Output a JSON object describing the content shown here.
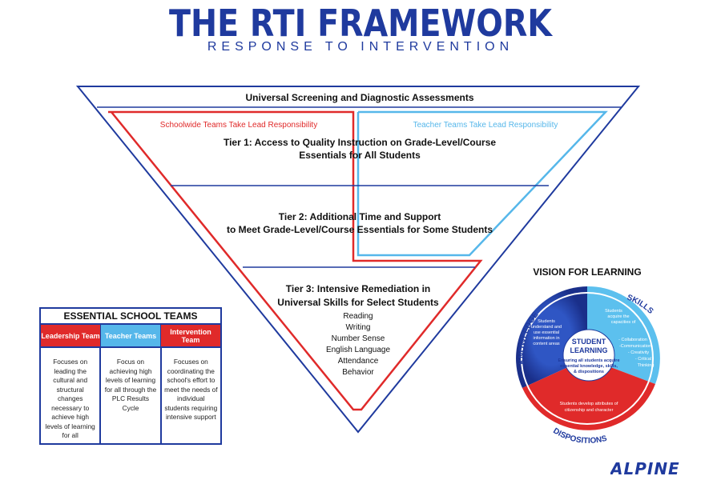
{
  "header": {
    "title": "THE RTI FRAMEWORK",
    "subtitle": "RESPONSE TO INTERVENTION"
  },
  "pyramid": {
    "screening": "Universal Screening and Diagnostic Assessments",
    "schoolwide_lead": "Schoolwide Teams Take Lead Responsibility",
    "teacher_lead": "Teacher Teams Take Lead Responsibility",
    "tier1": [
      "Tier 1: Access to Quality Instruction on Grade-Level/Course",
      "Essentials for All Students"
    ],
    "tier2": [
      "Tier 2: Additional Time and Support",
      "to Meet Grade-Level/Course Essentials for Some Students"
    ],
    "tier3": [
      "Tier 3: Intensive Remediation in",
      "Universal Skills for Select Students"
    ],
    "tier3_skills": [
      "Reading",
      "Writing",
      "Number Sense",
      "English Language",
      "Attendance",
      "Behavior"
    ]
  },
  "teams": {
    "title": "ESSENTIAL SCHOOL TEAMS",
    "columns": [
      {
        "name": "Leadership Team",
        "desc": "Focuses on leading the cultural and structural changes necessary to achieve high levels of learning for all"
      },
      {
        "name": "Teacher Teams",
        "desc": "Focus on achieving high levels of learning for all through the PLC Results Cycle"
      },
      {
        "name": "Intervention Team",
        "desc": "Focuses on coordinating the school's effort to meet the needs of individual students requiring intensive support"
      }
    ]
  },
  "vision": {
    "title": "VISION FOR LEARNING",
    "knowledge_label": "KNOWLEDGE",
    "skills_label": "SKILLS",
    "dispositions_label": "DISPOSITIONS",
    "knowledge_text": [
      "Students",
      "understand and",
      "use essential",
      "information in",
      "content areas"
    ],
    "skills_text": [
      "Students",
      "acquire the",
      "capacities of"
    ],
    "skills_list": [
      "- Collaboration",
      "-Communication",
      "- Creativity",
      "- Critical",
      "Thinking"
    ],
    "dispositions_text": [
      "Students develop attributes of",
      "citizenship and character"
    ],
    "center_title": [
      "STUDENT",
      "LEARNING"
    ],
    "center_text": [
      "Ensuring all students acquire",
      "essential knowledge, skills,",
      "& dispositions"
    ]
  },
  "logo": {
    "text": "ALPINE"
  },
  "colors": {
    "navy": "#1f3a9e",
    "red": "#e02a2a",
    "light_blue": "#56b7ea"
  }
}
